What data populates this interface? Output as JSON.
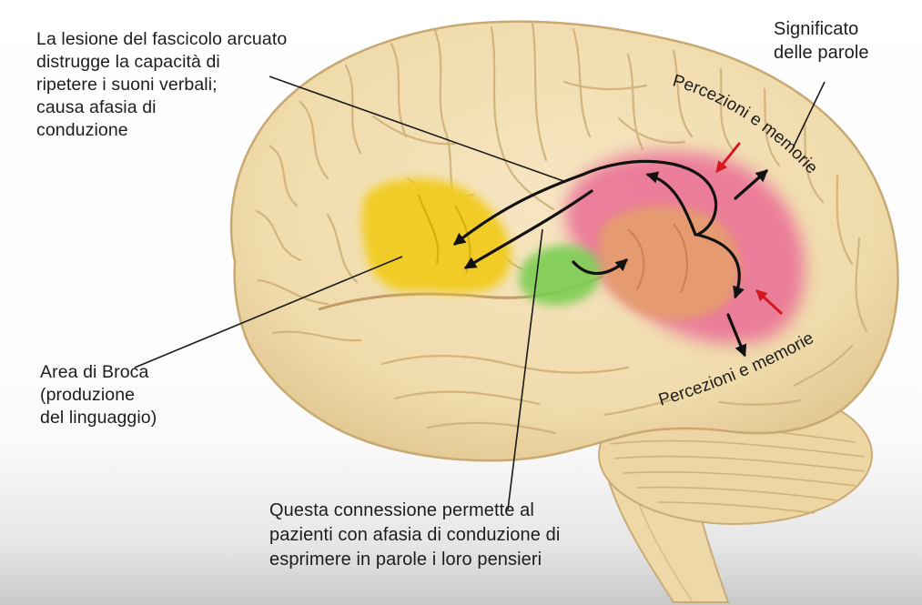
{
  "annotations": {
    "fascicolo": {
      "lines": [
        "La lesione del fascicolo arcuato",
        "distrugge la capacità di",
        "ripetere i suoni verbali;",
        "causa afasia di",
        "conduzione"
      ]
    },
    "significato": {
      "lines": [
        "Significato",
        "delle parole"
      ]
    },
    "broca": {
      "lines": [
        "Area di Broca",
        "(produzione",
        "del linguaggio)"
      ]
    },
    "connessione": {
      "lines": [
        "Questa connessione permette al",
        "pazienti con afasia di conduzione di",
        "esprimere in parole i loro pensieri"
      ]
    },
    "percezioni_upper": "Percezioni e memorie",
    "percezioni_lower": "Percezioni e memorie"
  },
  "colors": {
    "brain_fill": "#f3dfb3",
    "brain_outline": "#cdb07e",
    "broca_area": "#f1cc22",
    "green_area": "#7ccd52",
    "wernicke_area": "#e59c6e",
    "perception_area": "#ea6f96",
    "black_arrow": "#111111",
    "red_arrow": "#d6171e"
  }
}
